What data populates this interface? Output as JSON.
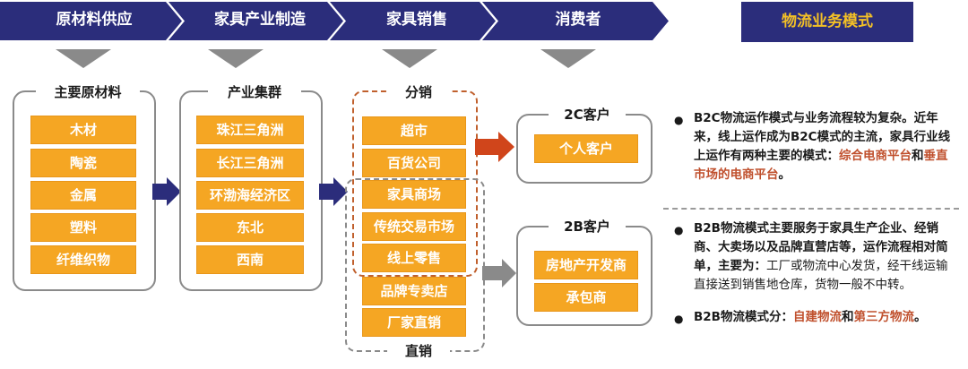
{
  "header": {
    "stages": [
      "原材料供应",
      "家具产业制造",
      "家具销售",
      "消费者"
    ],
    "model_title": "物流业务模式"
  },
  "raw_materials": {
    "title": "主要原材料",
    "items": [
      "木材",
      "陶瓷",
      "金属",
      "塑料",
      "纤维织物"
    ]
  },
  "clusters": {
    "title": "产业集群",
    "items": [
      "珠江三角洲",
      "长江三角洲",
      "环渤海经济区",
      "东北",
      "西南"
    ]
  },
  "sales": {
    "distribution_label": "分销",
    "direct_label": "直销",
    "items": [
      "超市",
      "百货公司",
      "家具商场",
      "传统交易市场",
      "线上零售",
      "品牌专卖店",
      "厂家直销"
    ]
  },
  "customers": {
    "b2c_title": "2C客户",
    "b2c_items": [
      "个人客户"
    ],
    "b2b_title": "2B客户",
    "b2b_items": [
      "房地产开发商",
      "承包商"
    ]
  },
  "description": {
    "b2c_intro": "B2C物流运作模式与业务流程较为复杂。近年来，线上运作成为B2C模式的主流，家具行业线上运作有两种主要的模式：",
    "b2c_hl1": "综合电商平台",
    "b2c_and": "和",
    "b2c_hl2": "垂直市场的电商平台",
    "b2c_end": "。",
    "b2b_intro": "B2B物流模式主要服务于家具生产企业、经销商、大卖场以及品牌直营店等，运作流程相对简单，主要为：",
    "b2b_detail": "工厂或物流中心发货，经干线运输直接送到销售地仓库，货物一般不中转。",
    "b2b2_intro": "B2B物流模式分：",
    "b2b2_hl1": "自建物流",
    "b2b2_and": "和",
    "b2b2_hl2": "第三方物流",
    "b2b2_end": "。"
  },
  "colors": {
    "navy": "#2b2d7b",
    "orange": "#f5a623",
    "gold_text": "#f3c026",
    "red_arrow": "#d0451b",
    "gray": "#8a8a8a"
  }
}
